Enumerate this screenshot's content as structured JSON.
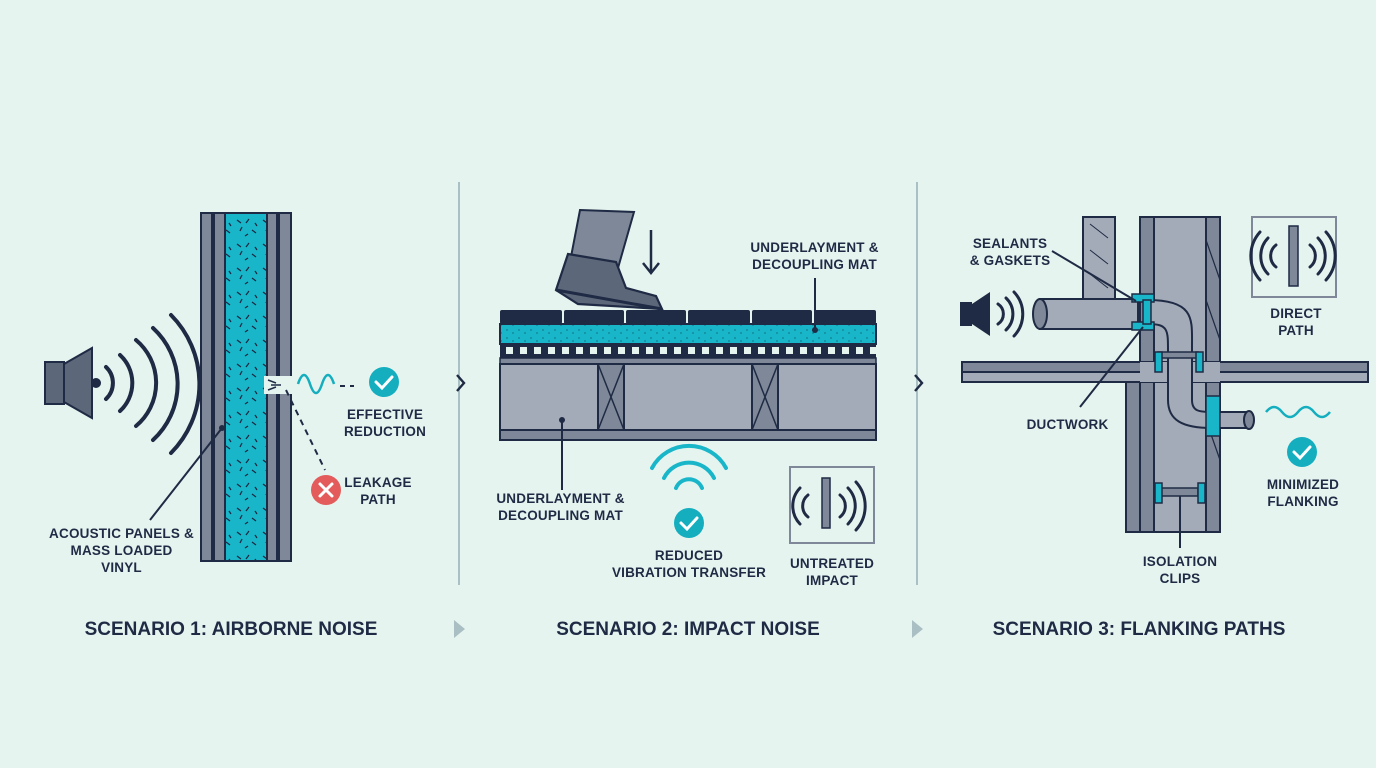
{
  "scenario1": {
    "title": "SCENARIO 1: AIRBORNE NOISE",
    "panels_label": "ACOUSTIC PANELS &\nMASS LOADED VINYL",
    "effective_label": "EFFECTIVE\nREDUCTION",
    "leakage_label": "LEAKAGE\nPATH"
  },
  "scenario2": {
    "title": "SCENARIO 2: IMPACT NOISE",
    "mat_label_top": "UNDERLAYMENT &\nDECOUPLING MAT",
    "mat_label_bottom": "UNDERLAYMENT &\nDECOUPLING MAT",
    "reduced_label": "REDUCED\nVIBRATION TRANSFER",
    "untreated_label": "UNTREATED\nIMPACT"
  },
  "scenario3": {
    "title": "SCENARIO 3: FLANKING PATHS",
    "sealants_label": "SEALANTS\n& GASKETS",
    "direct_label": "DIRECT\nPATH",
    "ductwork_label": "DUCTWORK",
    "minimized_label": "MINIMIZED\nFLANKING",
    "clips_label": "ISOLATION\nCLIPS"
  },
  "colors": {
    "background": "#e6f4f0",
    "navy": "#1f2a44",
    "gray": "#7e8898",
    "teal": "#19b6c9",
    "check_teal": "#14aebf",
    "error_red": "#e35b5b"
  }
}
